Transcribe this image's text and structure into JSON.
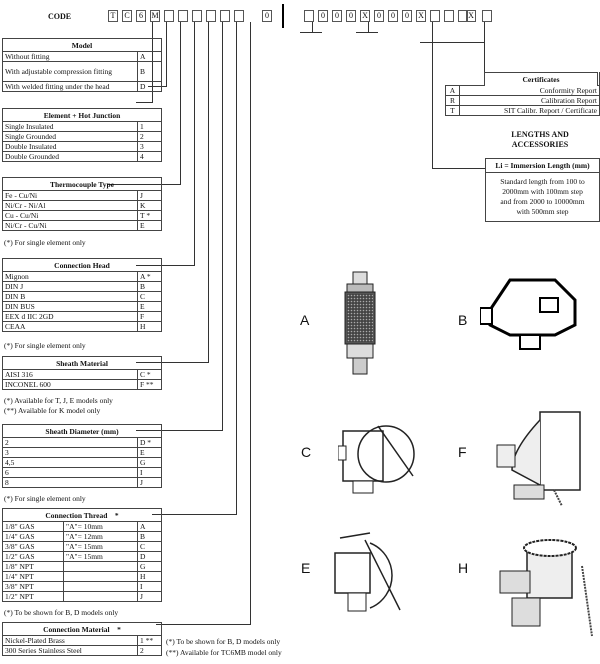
{
  "code_label": "CODE",
  "code_boxes": [
    "T",
    "C",
    "6",
    "M",
    "",
    "",
    "",
    "",
    "",
    "",
    "0",
    "",
    "0",
    "0",
    "0",
    "X",
    "0",
    "0",
    "0",
    "X",
    "",
    "",
    "",
    "",
    "",
    "X",
    ""
  ],
  "model": {
    "title": "Model",
    "rows": [
      {
        "label": "Without fitting",
        "code": "A"
      },
      {
        "label": "With adjustable compression fitting",
        "code": "B"
      },
      {
        "label": "With welded fitting under the head",
        "code": "D"
      }
    ]
  },
  "element": {
    "title": "Element + Hot Junction",
    "rows": [
      {
        "label": "Single Insulated",
        "code": "1"
      },
      {
        "label": "Single Grounded",
        "code": "2"
      },
      {
        "label": "Double Insulated",
        "code": "3"
      },
      {
        "label": "Double Grounded",
        "code": "4"
      }
    ]
  },
  "thermocouple": {
    "title": "Thermocouple Type",
    "rows": [
      {
        "label": "Fe - Cu/Ni",
        "code": "J"
      },
      {
        "label": "Ni/Cr - Ni/Al",
        "code": "K"
      },
      {
        "label": "Cu - Cu/Ni",
        "code": "T *"
      },
      {
        "label": "Ni/Cr - Cu/Ni",
        "code": "E"
      }
    ],
    "note": "(*) For single element only"
  },
  "head": {
    "title": "Connection Head",
    "rows": [
      {
        "label": "Mignon",
        "code": "A   *"
      },
      {
        "label": "DIN J",
        "code": "B"
      },
      {
        "label": "DIN B",
        "code": "C"
      },
      {
        "label": "DIN BUS",
        "code": "E"
      },
      {
        "label": "EEX d IIC 2GD",
        "code": "F"
      },
      {
        "label": "CEAA",
        "code": "H"
      }
    ],
    "note": "(*) For single element only"
  },
  "sheath_material": {
    "title": "Sheath Material",
    "rows": [
      {
        "label": "AISI 316",
        "code": "C  *"
      },
      {
        "label": "INCONEL 600",
        "code": "F  **"
      }
    ],
    "note1": "(*) Available for T, J, E models only",
    "note2": "(**) Available for K model only"
  },
  "sheath_diameter": {
    "title": "Sheath Diameter (mm)",
    "rows": [
      {
        "label": "2",
        "code": "D  *"
      },
      {
        "label": "3",
        "code": "E"
      },
      {
        "label": "4,5",
        "code": "G"
      },
      {
        "label": "6",
        "code": "I"
      },
      {
        "label": "8",
        "code": "J"
      }
    ],
    "note": "(*) For single element only"
  },
  "thread": {
    "title": "Connection Thread",
    "title_star": "*",
    "rows": [
      {
        "label": "1/8\" GAS",
        "extra": "\"A\"= 10mm",
        "code": "A"
      },
      {
        "label": "1/4\" GAS",
        "extra": "\"A\"= 12mm",
        "code": "B"
      },
      {
        "label": "3/8\" GAS",
        "extra": "\"A\"= 15mm",
        "code": "C"
      },
      {
        "label": "1/2\" GAS",
        "extra": "\"A\"= 15mm",
        "code": "D"
      },
      {
        "label": "1/8\" NPT",
        "extra": "",
        "code": "G"
      },
      {
        "label": "1/4\" NPT",
        "extra": "",
        "code": "H"
      },
      {
        "label": "3/8\" NPT",
        "extra": "",
        "code": "I"
      },
      {
        "label": "1/2\" NPT",
        "extra": "",
        "code": "J"
      }
    ],
    "note": "(*) To be shown for B, D models only"
  },
  "conn_material": {
    "title": "Connection Material",
    "title_star": "*",
    "rows": [
      {
        "label": "Nickel-Plated Brass",
        "code": "1   **"
      },
      {
        "label": "300 Series Stainless Steel",
        "code": "2"
      }
    ],
    "note1": "(*) To be shown for B, D models only",
    "note2": "(**) Available for TC6MB model only"
  },
  "certificates": {
    "title": "Certificates",
    "rows": [
      {
        "code": "A",
        "label": "Conformity Report"
      },
      {
        "code": "R",
        "label": "Calibration Report"
      },
      {
        "code": "T",
        "label": "SIT Calibr. Report / Certificate"
      }
    ]
  },
  "lengths": {
    "title1": "LENGTHS AND",
    "title2": "ACCESSORIES",
    "immersion_title": "Li = Immersion Length (mm)",
    "line1": "Standard length from 100 to",
    "line2": "2000mm with 100mm step",
    "line3": "and from 2000 to 10000mm",
    "line4": "with 500mm step"
  },
  "head_letters": [
    "A",
    "B",
    "C",
    "F",
    "E",
    "H"
  ]
}
